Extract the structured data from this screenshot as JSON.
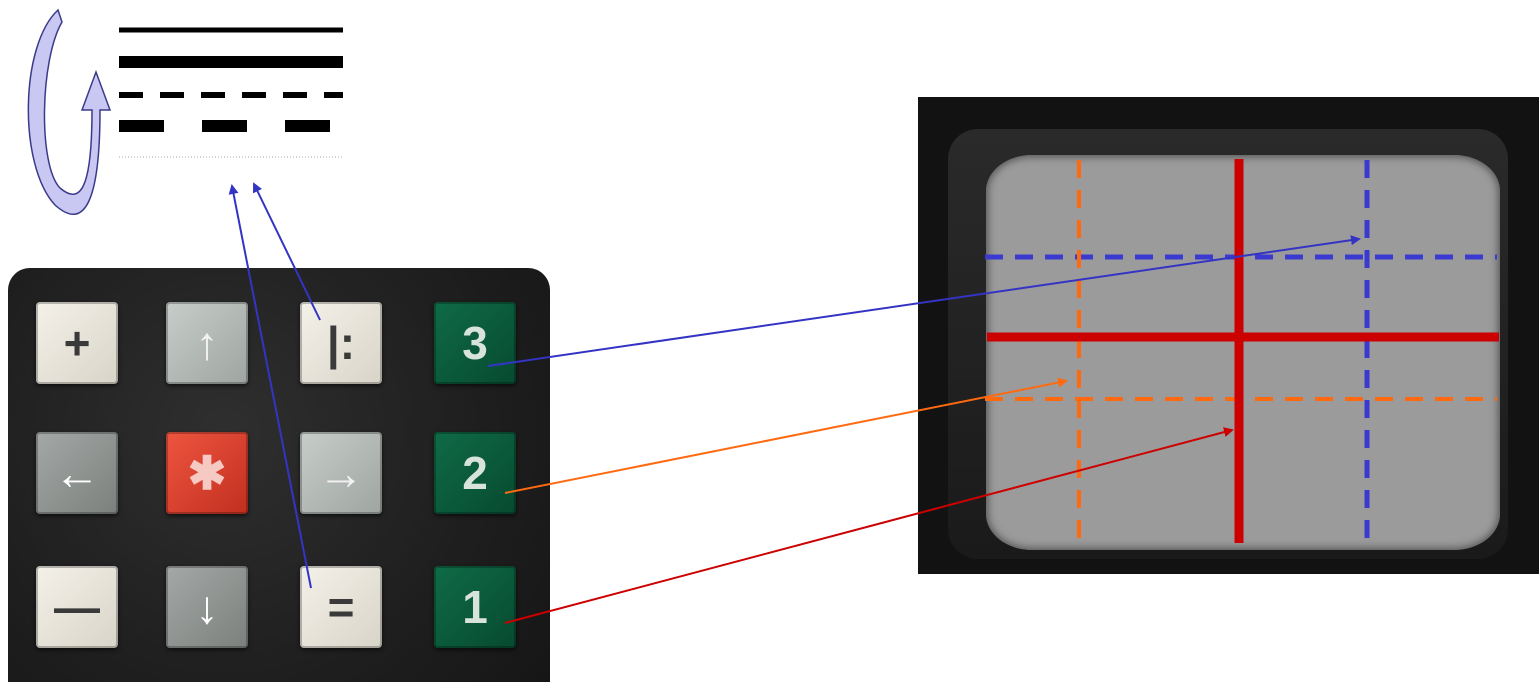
{
  "keypad": {
    "keys": [
      {
        "name": "plus-key",
        "label": "+",
        "color": "cream"
      },
      {
        "name": "up-arrow-key",
        "label": "↑",
        "color": "lightgray"
      },
      {
        "name": "pattern-toggle-key",
        "label": "|:",
        "color": "cream"
      },
      {
        "name": "key-3",
        "label": "3",
        "color": "green"
      },
      {
        "name": "left-arrow-key",
        "label": "←",
        "color": "gray"
      },
      {
        "name": "asterisk-key",
        "label": "✱",
        "color": "red"
      },
      {
        "name": "right-arrow-key",
        "label": "→",
        "color": "lightgray"
      },
      {
        "name": "key-2",
        "label": "2",
        "color": "green"
      },
      {
        "name": "minus-key",
        "label": "—",
        "color": "cream"
      },
      {
        "name": "down-arrow-key",
        "label": "↓",
        "color": "gray"
      },
      {
        "name": "line-style-key",
        "label": "=",
        "color": "cream"
      },
      {
        "name": "key-1",
        "label": "1",
        "color": "green"
      }
    ]
  },
  "line_styles": [
    "solid-thin",
    "solid-thick",
    "dashed-short",
    "dashed-long",
    "dotted"
  ],
  "colors": {
    "arrow_blue": "#3434c4",
    "guide_blue": "#3a3ad0",
    "guide_orange": "#ff6a10",
    "guide_red": "#cc0000",
    "cycle_fill": "#c8c8f2",
    "cycle_stroke": "#3a3a8a"
  }
}
